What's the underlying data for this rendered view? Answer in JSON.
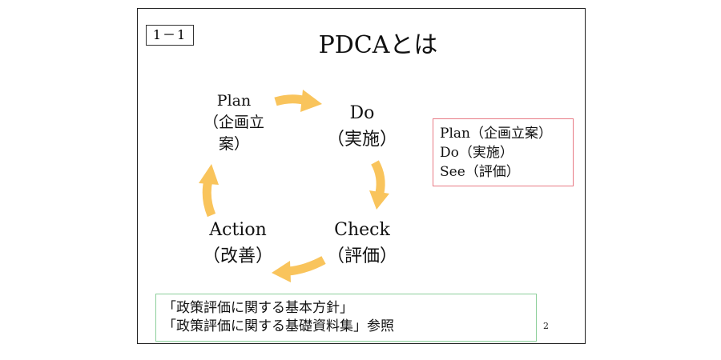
{
  "slide": {
    "number_label": "1－1",
    "title": "PDCAとは",
    "page_number": "2"
  },
  "cycle": {
    "plan": {
      "name": "Plan",
      "line1": "（企画立",
      "line2": "案）"
    },
    "do": {
      "name": "Do",
      "sub": "（実施）"
    },
    "check": {
      "name": "Check",
      "sub": "（評価）"
    },
    "action": {
      "name": "Action",
      "sub": "（改善）"
    },
    "arrow_color": "#f9c45c"
  },
  "legend": {
    "items": [
      "Plan（企画立案）",
      "Do（実施）",
      "See（評価）"
    ],
    "border_color": "#e87a85"
  },
  "reference": {
    "lines": [
      "「政策評価に関する基本方針」",
      "「政策評価に関する基礎資料集」参照"
    ],
    "border_color": "#8ccf9a"
  }
}
